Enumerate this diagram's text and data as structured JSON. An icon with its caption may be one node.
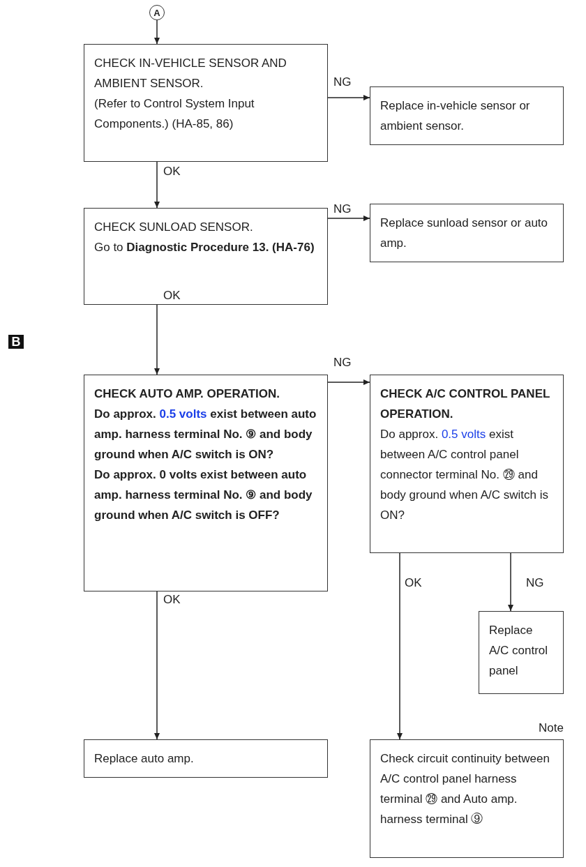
{
  "diagram": {
    "nodes": [
      {
        "text": [
          "A"
        ]
      },
      {
        "text": [
          "CHECK IN-VEHICLE SENSOR AND AMBIENT SENSOR.",
          "(Refer to Control System Input Components.) (HA-85, 86)"
        ]
      },
      {
        "text": [
          "Replace in-vehicle sensor or ambient sensor."
        ]
      },
      {
        "text": [
          "CHECK SUNLOAD SENSOR.",
          "Go to **Diagnostic Procedure 13. (HA-76)**"
        ]
      },
      {
        "text": [
          "Replace sunload sensor or auto amp."
        ]
      },
      {
        "text": [
          "CHECK AUTO AMP. OPERATION.",
          "Do approx. *0.5 volts* exist between auto amp. harness terminal No. ⑨ and body ground when A/C switch is ON?",
          "Do approx. 0 volts exist between auto amp. harness terminal No. ⑨ and body ground when A/C switch is OFF?"
        ]
      },
      {
        "text": [
          "CHECK A/C CONTROL PANEL OPERATION.",
          "Do approx. *0.5 volts* exist between A/C control panel connector terminal No. ㉙ and body ground when A/C switch is ON?"
        ]
      },
      {
        "text": [
          "Replace auto amp."
        ]
      },
      {
        "text": [
          "Replace A/C control panel"
        ]
      },
      {
        "text": [
          "Check circuit continuity between A/C control panel harness terminal ㉙ and Auto amp. harness terminal ⑨"
        ],
        "beside": [
          "Note"
        ]
      }
    ],
    "edges": [
      {
        "from": 0,
        "to": 1,
        "arrow": "to"
      },
      {
        "from": 1,
        "to": 2,
        "arrow": "to",
        "label": "NG"
      },
      {
        "from": 1,
        "to": 3,
        "arrow": "to",
        "label": "OK"
      },
      {
        "from": 3,
        "to": 4,
        "arrow": "to",
        "label": "NG"
      },
      {
        "from": 3,
        "to": 5,
        "arrow": "to",
        "label": "OK"
      },
      {
        "from": 5,
        "to": 6,
        "arrow": "to",
        "label": "NG"
      },
      {
        "from": 5,
        "to": 7,
        "arrow": "to",
        "label": "OK"
      },
      {
        "from": 6,
        "to": 9,
        "arrow": "to",
        "label": "OK"
      },
      {
        "from": 6,
        "to": 8,
        "arrow": "to",
        "label": "NG"
      }
    ],
    "labels": [
      "B"
    ]
  }
}
